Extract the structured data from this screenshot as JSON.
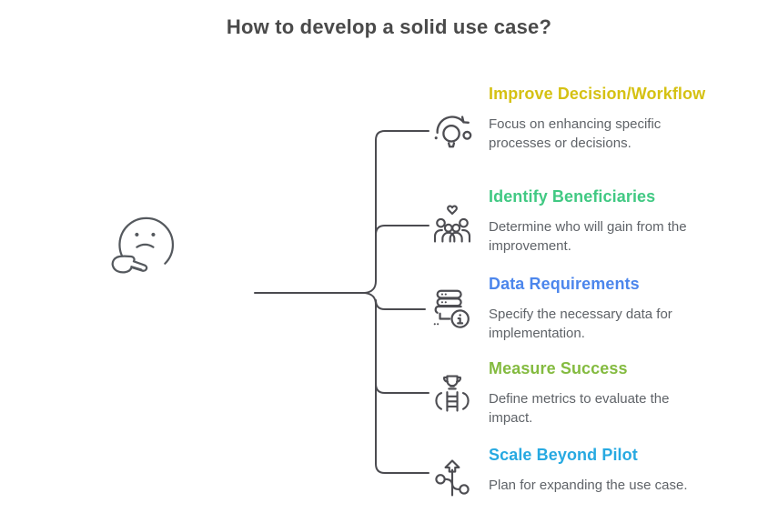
{
  "page": {
    "title": "How to develop a solid use case?"
  },
  "root_figure": {
    "icon": "thinking-face-icon"
  },
  "items": [
    {
      "title": "Improve Decision/Workflow",
      "description": "Focus on enhancing specific processes or decisions.",
      "color": "#d5c113",
      "icon": "lightbulb-innovation-icon"
    },
    {
      "title": "Identify Beneficiaries",
      "description": "Determine who will gain from the improvement.",
      "color": "#41c983",
      "icon": "people-heart-icon"
    },
    {
      "title": "Data Requirements",
      "description": "Specify the necessary data for implementation.",
      "color": "#4c86ec",
      "icon": "database-info-icon"
    },
    {
      "title": "Measure Success",
      "description": "Define metrics to evaluate the impact.",
      "color": "#84bb40",
      "icon": "trophy-ladder-icon"
    },
    {
      "title": "Scale Beyond Pilot",
      "description": "Plan for expanding the use case.",
      "color": "#27a9e1",
      "icon": "growth-branches-icon"
    }
  ],
  "style": {
    "background": "#ffffff",
    "title_color": "#4a4a4a",
    "description_color": "#5f6368",
    "line_color": "#4b4b50",
    "icon_color": "#4d4d52"
  }
}
